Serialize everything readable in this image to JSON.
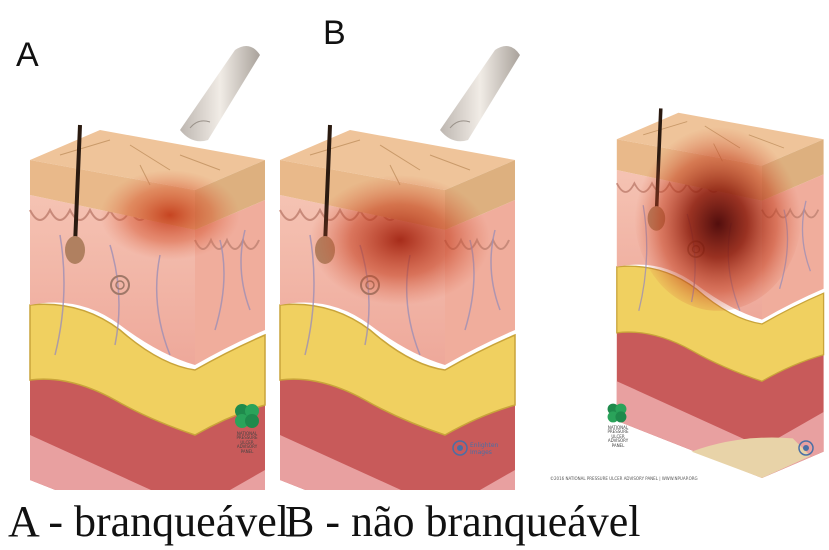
{
  "labels": {
    "panel_a_letter": "A",
    "panel_b_letter": "B"
  },
  "captions": {
    "a": "A - branqueável",
    "b": "B - não branqueável"
  },
  "logos": {
    "npuap_text": "NATIONAL PRESSURE ULCER ADVISORY PANEL",
    "enlighten_text": "Enlighten Images",
    "copyright_text": "©2016 NATIONAL PRESSURE ULCER ADVISORY PANEL | WWW.NPUAP.ORG"
  },
  "colors": {
    "skin_top": "#efc49a",
    "dermis": "#f2b8a8",
    "fat": "#f0d060",
    "muscle": "#c85a5a",
    "bone": "#e8d3a8",
    "erythema": "#b52a10",
    "deep_injury": "#5a0a0a",
    "npuap_green": "#1f8a4c",
    "enlighten_blue": "#4a6fa5"
  }
}
